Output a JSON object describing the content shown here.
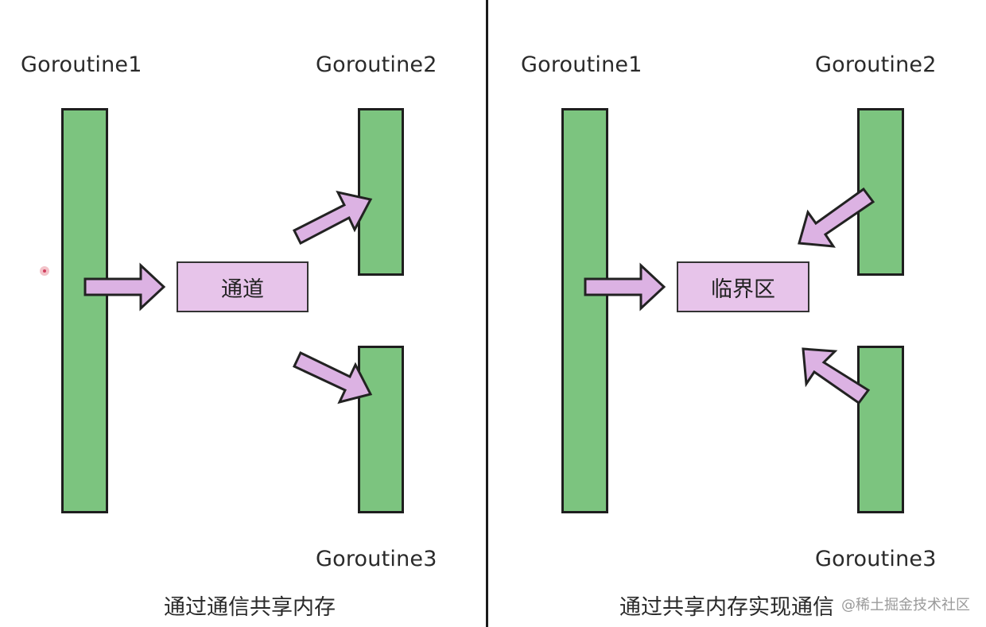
{
  "left_panel": {
    "label_g1": "Goroutine1",
    "label_g2": "Goroutine2",
    "label_g3": "Goroutine3",
    "box_text": "通道",
    "caption": "通过通信共享内存"
  },
  "right_panel": {
    "label_g1": "Goroutine1",
    "label_g2": "Goroutine2",
    "label_g3": "Goroutine3",
    "box_text": "临界区",
    "caption": "通过共享内存实现通信"
  },
  "watermark": "@稀土掘金技术社区",
  "colors": {
    "bar": "#7cc47f",
    "box": "#e7c4ea",
    "arrow": "#dcb2e3",
    "outline": "#1e1e1e"
  }
}
